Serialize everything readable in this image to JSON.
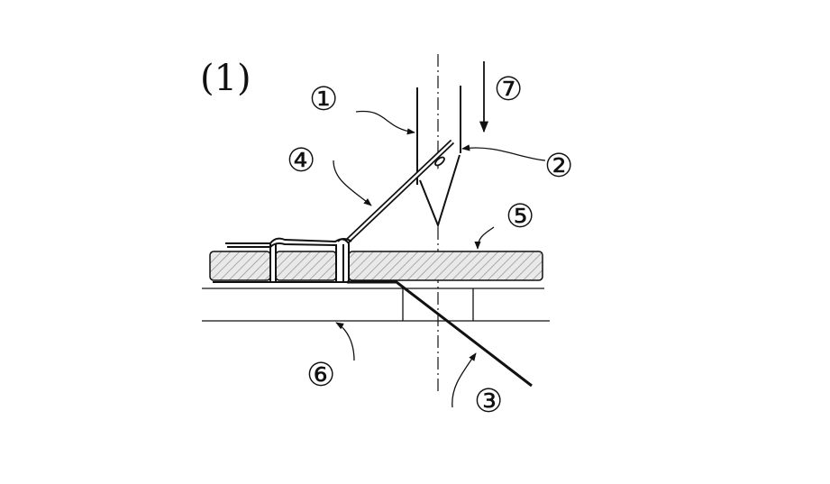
{
  "figure_label": "(1)",
  "callouts": {
    "c1": "①",
    "c2": "②",
    "c3": "③",
    "c4": "④",
    "c5": "⑤",
    "c6": "⑥",
    "c7": "⑦"
  },
  "colors": {
    "stroke": "#111111",
    "hatch_fill": "#e6e6e6",
    "hatch_line": "#9a9a9a",
    "background": "#ffffff"
  }
}
